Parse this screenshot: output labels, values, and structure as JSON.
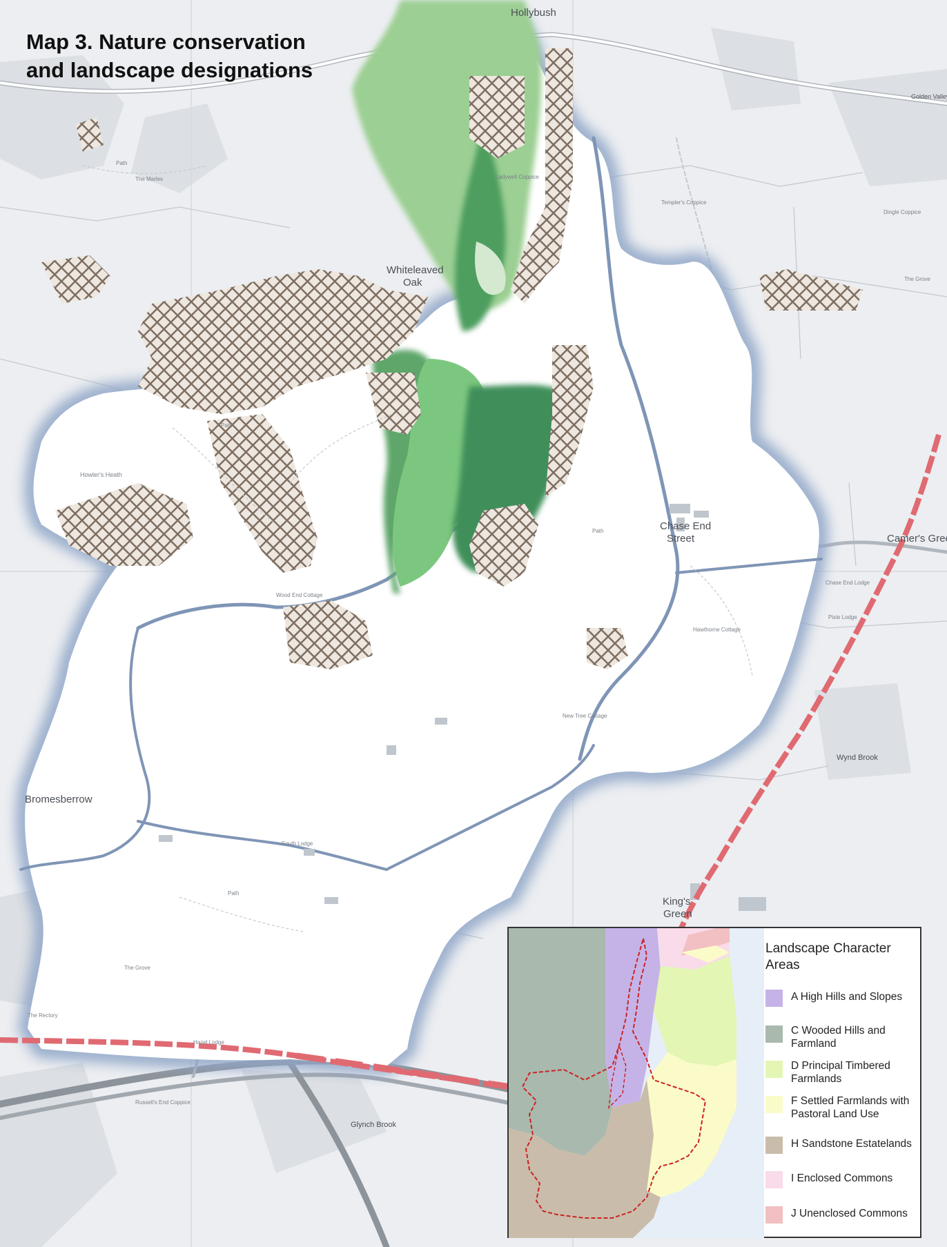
{
  "title": {
    "line1": "Map 3.  Nature conservation",
    "line2": "and landscape designations"
  },
  "places": {
    "hollybush": "Hollybush",
    "whiteleaved": "Whiteleaved",
    "oak": "Oak",
    "chase_end": "Chase End",
    "street": "Street",
    "bromesberrow": "Bromesberrow",
    "kings": "King's",
    "green": "Green",
    "camers_green": "Camer's Green",
    "howlers_heath": "Howler's Heath",
    "golden_valley": "Golden Valley",
    "path": "Path",
    "wynd_brook": "Wynd Brook",
    "glynch_brook": "Glynch Brook",
    "the_grove": "The Grove",
    "dingle_coppice": "Dingle Coppice",
    "templers_coppice": "Templer's Coppice",
    "ladywell_coppice": "Ladywell Coppice",
    "the_marles": "The Marles",
    "south_lodge": "South Lodge",
    "the_rectory": "The Rectory",
    "the_grove_south": "The Grove",
    "new_tree_cottage": "New Tree Cottage",
    "hazel_lodge": "Hazel Lodge",
    "russells_end_coppice": "Russell's End Coppice",
    "wood_end_cottage": "Wood End Cottage",
    "hawthorne_cottage": "Hawthorne Cottage",
    "chase_end_lodge": "Chase End Lodge",
    "pixie_lodge": "Pixie Lodge"
  },
  "legend": {
    "title": "Landscape Character Areas",
    "items": [
      {
        "label": "A High Hills and Slopes",
        "color": "#c5b3e8"
      },
      {
        "label": "C Wooded Hills and Farmland",
        "color": "#a9b9ad"
      },
      {
        "label": "D Principal Timbered Farmlands",
        "color": "#e3f6b3"
      },
      {
        "label": "F Settled Farmlands with Pastoral Land Use",
        "color": "#fbfbc9"
      },
      {
        "label": "H Sandstone Estatelands",
        "color": "#c9bcaa"
      },
      {
        "label": "I Enclosed Commons",
        "color": "#f9dbe9"
      },
      {
        "label": "J Unenclosed Commons",
        "color": "#f2bfc2"
      }
    ]
  },
  "colors": {
    "woodland_green": "#5fb86a",
    "ancient_woodland": "#3f8f5a",
    "crosshatch": "#7d6e62",
    "boundary_blue": "#8a9fc0",
    "parish_dashed_red": "#e06a72"
  }
}
